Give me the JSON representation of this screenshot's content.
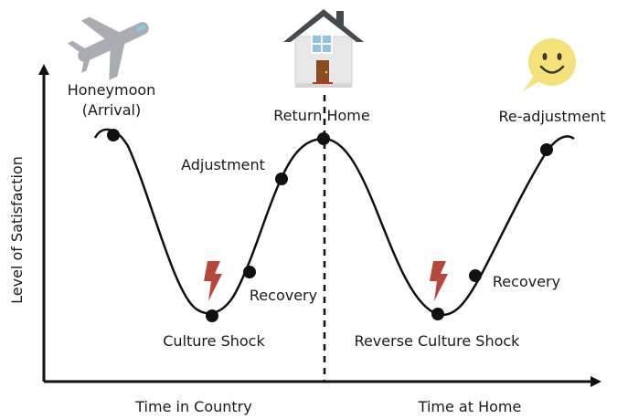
{
  "colors": {
    "line": "#111111",
    "point": "#111111",
    "lightning": "#b5483b",
    "plane": "#a9adb3",
    "house_roof": "#454a50",
    "house_wall": "#e7e7e7",
    "house_window": "#8ec5e4",
    "house_door": "#8a4b1f",
    "smiley": "#f6e27a"
  },
  "labels": {
    "honeymoon_line1": "Honeymoon",
    "honeymoon_line2": "(Arrival)",
    "return_home": "Return Home",
    "readjustment": "Re-adjustment",
    "adjustment": "Adjustment",
    "recovery_1": "Recovery",
    "culture_shock": "Culture Shock",
    "reverse_culture_shock": "Reverse Culture Shock",
    "recovery_2": "Recovery"
  },
  "axes": {
    "y_label": "Level of Satisfaction",
    "x_label_left": "Time in Country",
    "x_label_right": "Time at Home"
  },
  "icons": {
    "plane": "airplane-icon",
    "house": "house-icon",
    "smiley": "smiley-speech-bubble-icon",
    "shock": "lightning-icon"
  }
}
